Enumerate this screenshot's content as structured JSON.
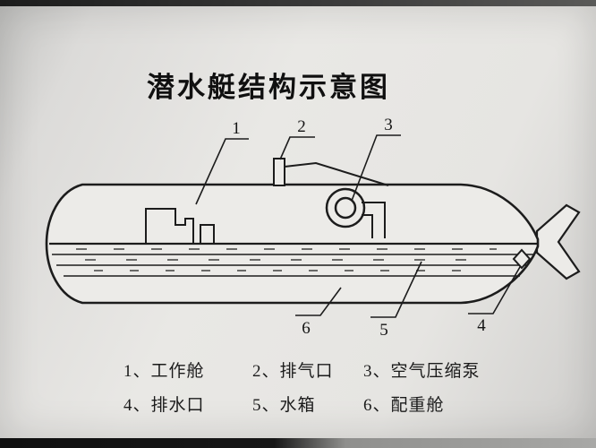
{
  "title": "潜水艇结构示意图",
  "callouts": [
    {
      "num": "1",
      "part": "工作舱"
    },
    {
      "num": "2",
      "part": "排气口"
    },
    {
      "num": "3",
      "part": "空气压缩泵"
    },
    {
      "num": "4",
      "part": "排水口"
    },
    {
      "num": "5",
      "part": "水箱"
    },
    {
      "num": "6",
      "part": "配重舱"
    }
  ],
  "legend": {
    "row1": [
      {
        "text": "1、工作舱"
      },
      {
        "text": "2、排气口"
      },
      {
        "text": "3、空气压缩泵"
      }
    ],
    "row2": [
      {
        "text": "4、排水口"
      },
      {
        "text": "5、水箱"
      },
      {
        "text": "6、配重舱"
      }
    ]
  },
  "colors": {
    "ink": "#1c1c1c",
    "paper": "#e9e8e5",
    "hull_fill": "#ecebe8",
    "photo_edge": "#1c1c1c"
  }
}
